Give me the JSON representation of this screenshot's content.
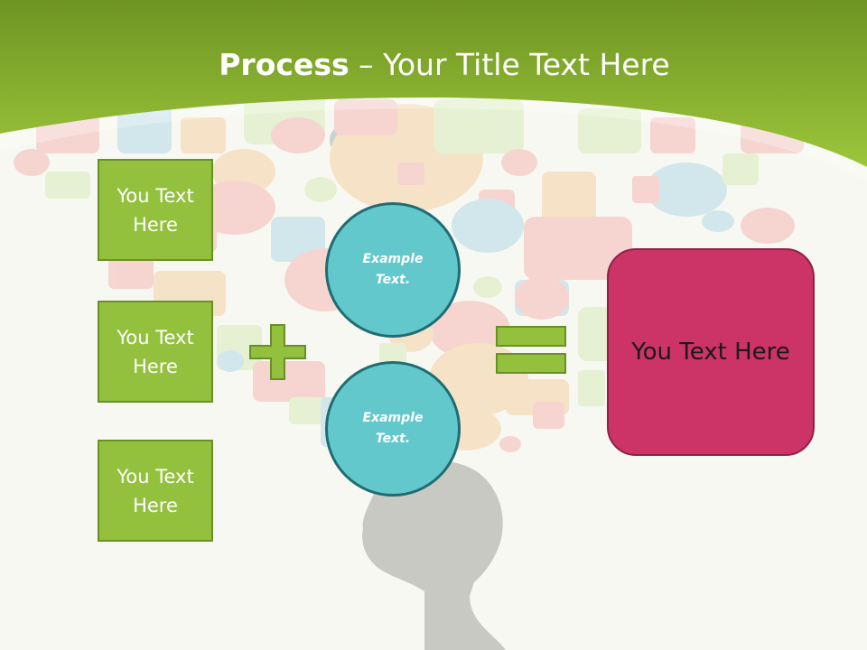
{
  "title": {
    "bold": "Process",
    "rest": " – Your Title Text Here"
  },
  "inputs": [
    "You Text Here",
    "You Text Here",
    "You Text Here"
  ],
  "circles": [
    "Example Text.",
    "Example Text."
  ],
  "result": "You Text Here",
  "colors": {
    "header_green": "#8fbc2f",
    "box_green": "#93c13e",
    "circle_teal": "#62c8cc",
    "result_pink": "#cc3366",
    "silhouette": "#c9c9c3"
  }
}
